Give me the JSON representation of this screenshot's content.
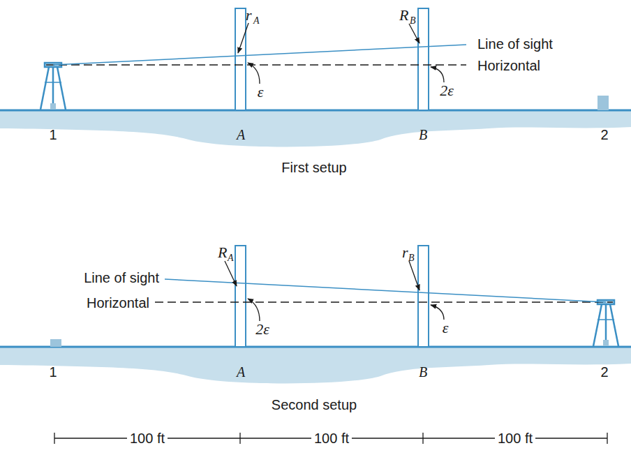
{
  "diagram": {
    "labels": [
      "r",
      "A",
      "R",
      "B",
      "Line of sight",
      "Horizontal",
      "ε",
      "2ε",
      "1",
      "A",
      "B",
      "2",
      "First setup",
      "R",
      "A",
      "r",
      "B",
      "Line of sight",
      "Horizontal",
      "2ε",
      "ε",
      "1",
      "A",
      "B",
      "2",
      "Second setup",
      "100 ft",
      "100 ft",
      "100 ft"
    ]
  }
}
